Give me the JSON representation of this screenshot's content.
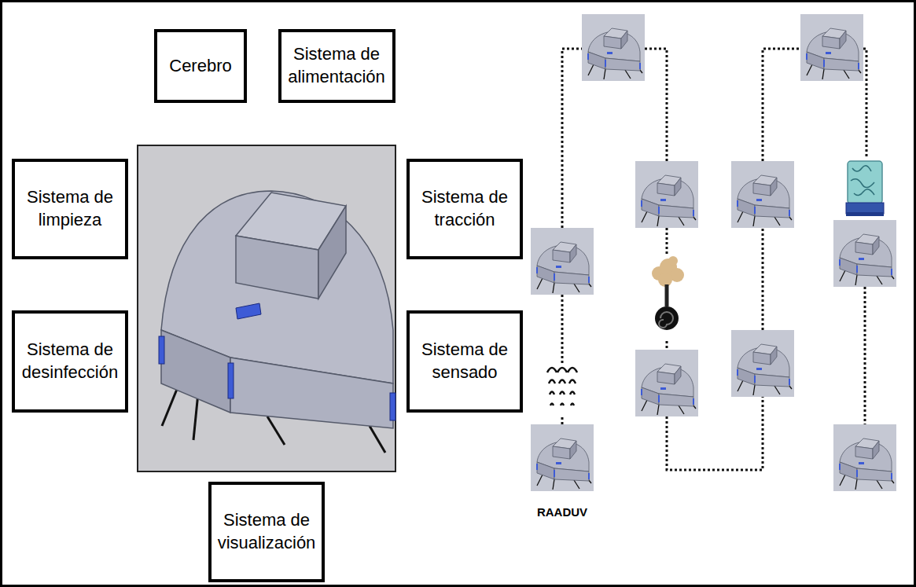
{
  "diagram": {
    "nodes": [
      {
        "text": [
          "Cerebro"
        ]
      },
      {
        "text": [
          "Sistema de alimentación"
        ]
      },
      {
        "text": [
          "Sistema de limpieza"
        ]
      },
      {
        "text": [
          "Sistema de tracción"
        ]
      },
      {
        "text": [
          "Sistema de desinfección"
        ]
      },
      {
        "text": [
          "Sistema de sensado"
        ]
      },
      {
        "text": [
          "Sistema de visualización"
        ]
      }
    ],
    "labels": [
      "RAADUV"
    ]
  }
}
